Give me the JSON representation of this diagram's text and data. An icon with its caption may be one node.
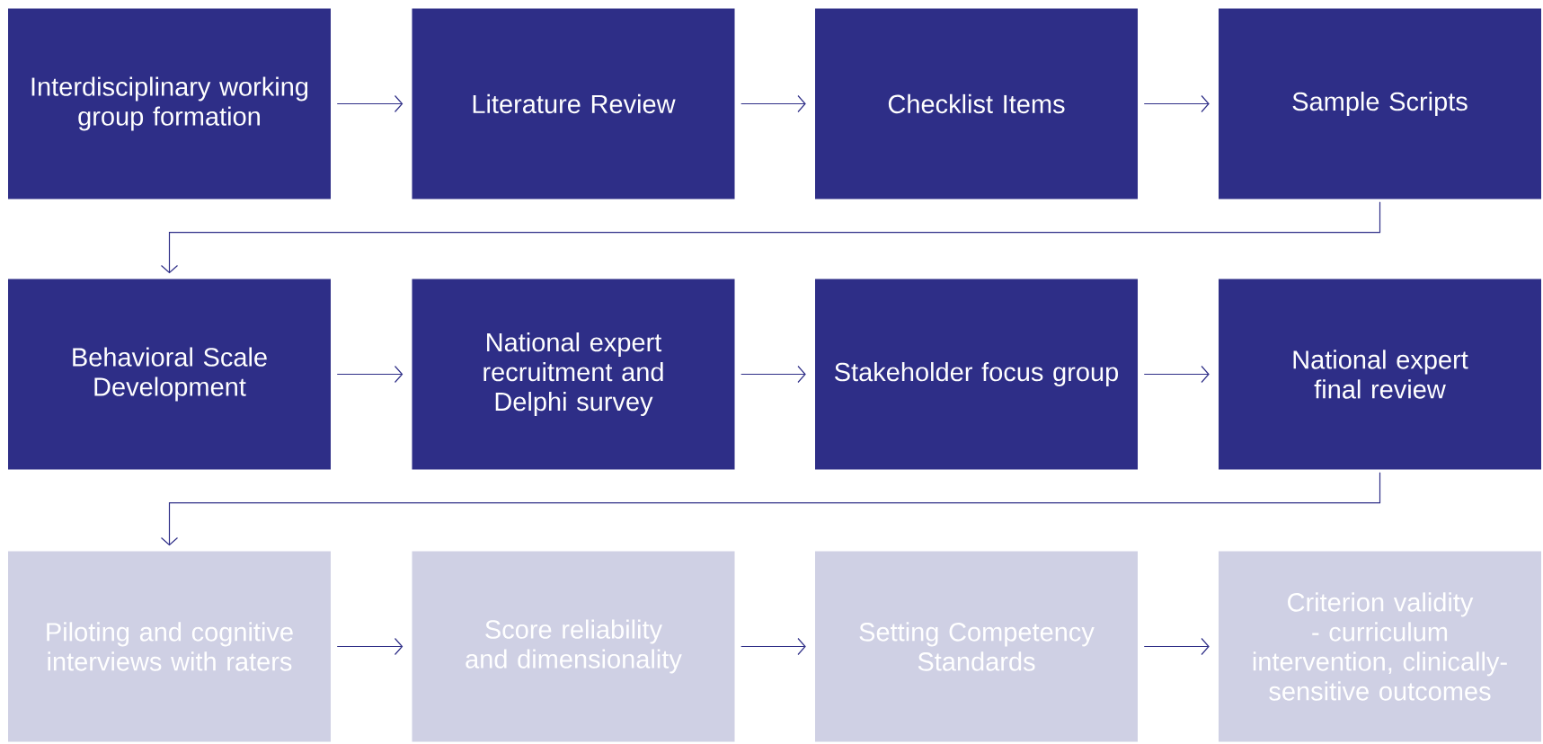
{
  "diagram": {
    "nodes": [
      {
        "text": [
          "Interdisciplinary working group formation"
        ]
      },
      {
        "text": [
          "Literature Review"
        ]
      },
      {
        "text": [
          "Checklist Items"
        ]
      },
      {
        "text": [
          "Sample Scripts"
        ]
      },
      {
        "text": [
          "Behavioral Scale Development"
        ]
      },
      {
        "text": [
          "National expert recruitment and Delphi survey"
        ]
      },
      {
        "text": [
          "Stakeholder focus group"
        ]
      },
      {
        "text": [
          "National expert final review"
        ]
      },
      {
        "text": [
          "Piloting and cognitive interviews with raters"
        ]
      },
      {
        "text": [
          "Score reliability and dimensionality"
        ]
      },
      {
        "text": [
          "Setting Competency Standards"
        ]
      },
      {
        "text": [
          "Criterion validity - curriculum intervention, clinically-sensitive outcomes"
        ]
      }
    ],
    "edges": [
      {
        "from": 0,
        "to": 1,
        "arrow": "to"
      },
      {
        "from": 1,
        "to": 2,
        "arrow": "to"
      },
      {
        "from": 2,
        "to": 3,
        "arrow": "to"
      },
      {
        "from": 3,
        "to": 4,
        "arrow": "to"
      },
      {
        "from": 4,
        "to": 5,
        "arrow": "to"
      },
      {
        "from": 5,
        "to": 6,
        "arrow": "to"
      },
      {
        "from": 6,
        "to": 7,
        "arrow": "to"
      },
      {
        "from": 7,
        "to": 8,
        "arrow": "to"
      },
      {
        "from": 8,
        "to": 9,
        "arrow": "to"
      },
      {
        "from": 9,
        "to": 10,
        "arrow": "to"
      },
      {
        "from": 10,
        "to": 11,
        "arrow": "to"
      }
    ]
  }
}
